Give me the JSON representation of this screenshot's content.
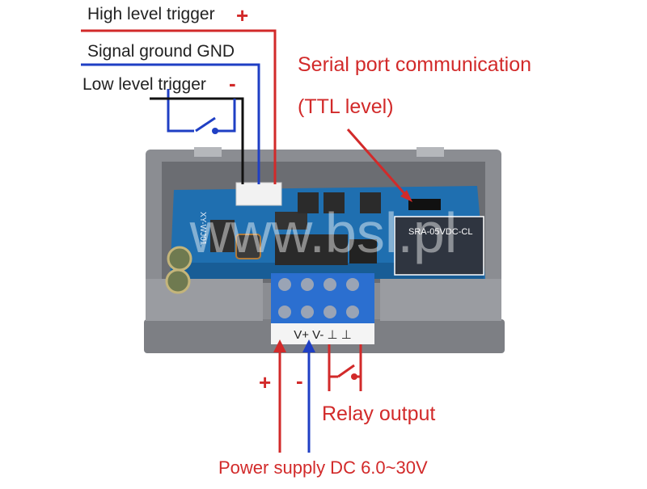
{
  "labels": {
    "high_trigger": "High level trigger",
    "high_trigger_sign": "+",
    "signal_gnd": "Signal ground GND",
    "low_trigger": "Low level trigger",
    "low_trigger_sign": "-",
    "serial_line1": "Serial port communication",
    "serial_line2": "(TTL level)",
    "relay_output": "Relay output",
    "power_supply": "Power supply DC 6.0~30V",
    "plus_sign": "+",
    "minus_sign": "-"
  },
  "board": {
    "model": "XY-WJ01",
    "relay_model": "SRA-05VDC-CL",
    "terminal_marking": "V+ V- ⊥ ⊥",
    "watermark": "www.bsl.pl"
  },
  "colors": {
    "red_wire": "#d22a2a",
    "blue_wire": "#1f3fc4",
    "black_wire": "#111111",
    "case": "#8b8d92",
    "pcb": "#1f6fb0",
    "terminal": "#2b6fd0"
  }
}
